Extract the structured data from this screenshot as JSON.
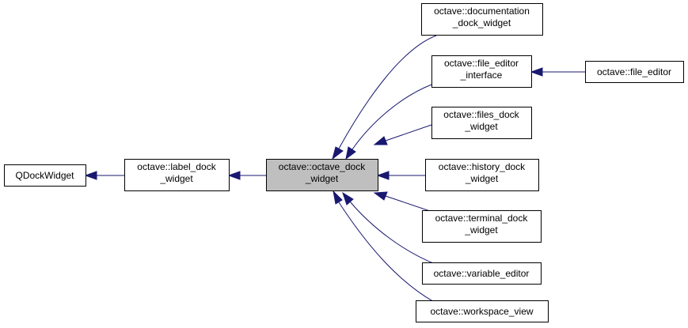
{
  "diagram": {
    "colors": {
      "edge": "#191970",
      "highlight_fill": "#bfbfbf",
      "node_fill": "#ffffff",
      "node_border": "#000000"
    },
    "nodes": {
      "qdockwidget": {
        "lines": [
          "QDockWidget"
        ]
      },
      "label_dock_widget": {
        "lines": [
          "octave::label_dock",
          "_widget"
        ]
      },
      "octave_dock_widget": {
        "lines": [
          "octave::octave_dock",
          "_widget"
        ],
        "highlighted": true
      },
      "documentation_dock_widget": {
        "lines": [
          "octave::documentation",
          "_dock_widget"
        ]
      },
      "file_editor_interface": {
        "lines": [
          "octave::file_editor",
          "_interface"
        ]
      },
      "file_editor": {
        "lines": [
          "octave::file_editor"
        ]
      },
      "files_dock_widget": {
        "lines": [
          "octave::files_dock",
          "_widget"
        ]
      },
      "history_dock_widget": {
        "lines": [
          "octave::history_dock",
          "_widget"
        ]
      },
      "terminal_dock_widget": {
        "lines": [
          "octave::terminal_dock",
          "_widget"
        ]
      },
      "variable_editor": {
        "lines": [
          "octave::variable_editor"
        ]
      },
      "workspace_view": {
        "lines": [
          "octave::workspace_view"
        ]
      }
    },
    "edges": [
      {
        "from": "label_dock_widget",
        "to": "qdockwidget"
      },
      {
        "from": "octave_dock_widget",
        "to": "label_dock_widget"
      },
      {
        "from": "documentation_dock_widget",
        "to": "octave_dock_widget"
      },
      {
        "from": "file_editor_interface",
        "to": "octave_dock_widget"
      },
      {
        "from": "file_editor",
        "to": "file_editor_interface"
      },
      {
        "from": "files_dock_widget",
        "to": "octave_dock_widget"
      },
      {
        "from": "history_dock_widget",
        "to": "octave_dock_widget"
      },
      {
        "from": "terminal_dock_widget",
        "to": "octave_dock_widget"
      },
      {
        "from": "variable_editor",
        "to": "octave_dock_widget"
      },
      {
        "from": "workspace_view",
        "to": "octave_dock_widget"
      }
    ]
  }
}
